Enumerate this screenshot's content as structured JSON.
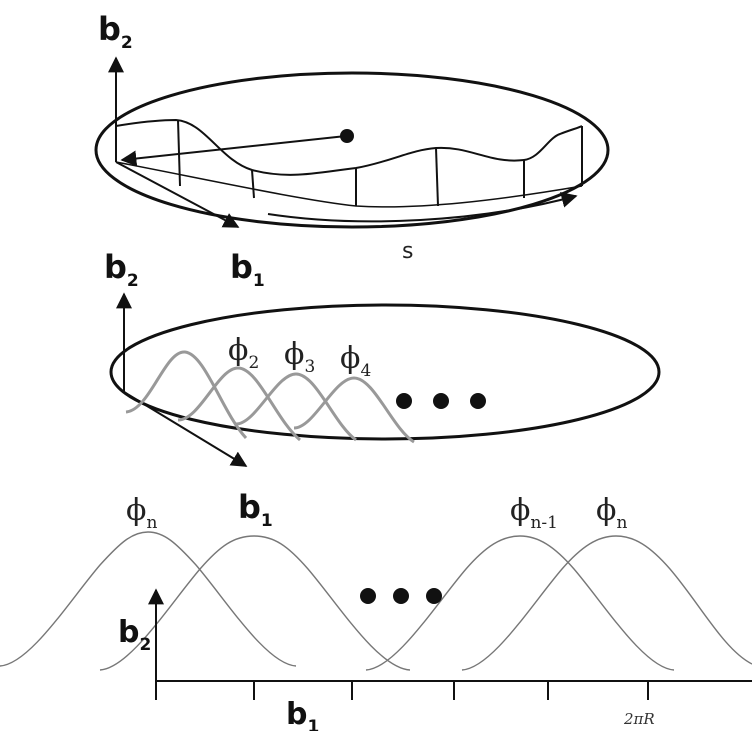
{
  "panel_top": {
    "axis_b2": {
      "main": "b",
      "sub": "2"
    },
    "axis_b1": {
      "main": "b",
      "sub": "1"
    },
    "arc_label": "s"
  },
  "panel_middle": {
    "axis_b2": {
      "main": "b",
      "sub": "2"
    },
    "phi_labels": [
      {
        "main": "ϕ",
        "sub": "2"
      },
      {
        "main": "ϕ",
        "sub": "3"
      },
      {
        "main": "ϕ",
        "sub": "4"
      }
    ]
  },
  "panel_bottom": {
    "axis_b2": {
      "main": "b",
      "sub": "2"
    },
    "axis_b1": {
      "main": "b",
      "sub": "1"
    },
    "axis_b1_bottom": {
      "main": "b",
      "sub": "1"
    },
    "phi_labels": [
      {
        "main": "ϕ",
        "sub": "n"
      },
      {
        "main": "ϕ",
        "sub": "n-1"
      },
      {
        "main": "ϕ",
        "sub": "n"
      }
    ],
    "period_label": "2πR"
  }
}
